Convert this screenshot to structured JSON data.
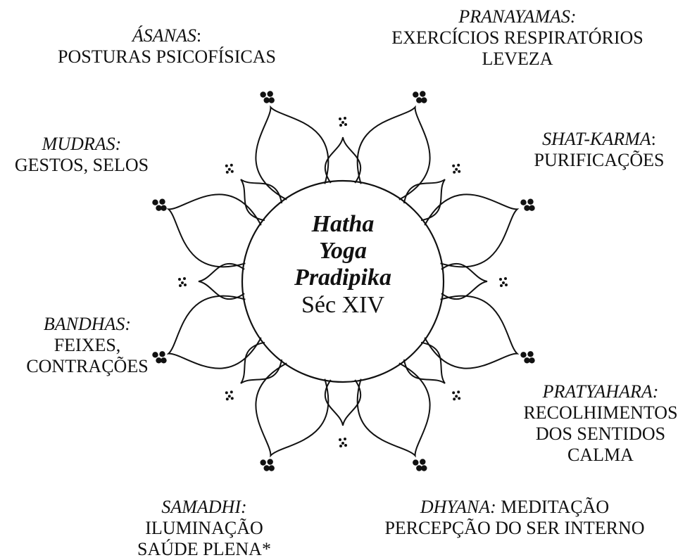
{
  "center": {
    "line1": "Hatha",
    "line2": "Yoga",
    "line3": "Pradipika",
    "line4": "Séc XIV"
  },
  "labels": {
    "asanas": {
      "name": "ÁSANAS",
      "punct": ":",
      "desc": "POSTURAS PSICOFÍSICAS"
    },
    "pranayamas": {
      "name": "PRANAYAMAS:",
      "desc1": "EXERCÍCIOS RESPIRATÓRIOS",
      "desc2": "LEVEZA"
    },
    "mudras": {
      "name": "MUDRAS:",
      "desc": "GESTOS, SELOS"
    },
    "shatkarma": {
      "name": "SHAT-KARMA",
      "punct": ":",
      "desc": "PURIFICAÇÕES"
    },
    "bandhas": {
      "name": "BANDHAS:",
      "desc1": "FEIXES,",
      "desc2": "CONTRAÇÕES"
    },
    "pratyahara": {
      "name": "PRATYAHARA:",
      "desc1": "RECOLHIMENTOS",
      "desc2": "DOS SENTIDOS",
      "desc3": "CALMA"
    },
    "samadhi": {
      "name": "SAMADHI:",
      "desc1": "ILUMINAÇÃO",
      "desc2": "SAÚDE PLENA*"
    },
    "dhyana": {
      "name": "DHYANA:",
      "desc1": " MEDITAÇÃO",
      "desc2": "PERCEPÇÃO DO SER INTERNO"
    }
  },
  "colors": {
    "ink": "#111111",
    "background": "#ffffff"
  }
}
